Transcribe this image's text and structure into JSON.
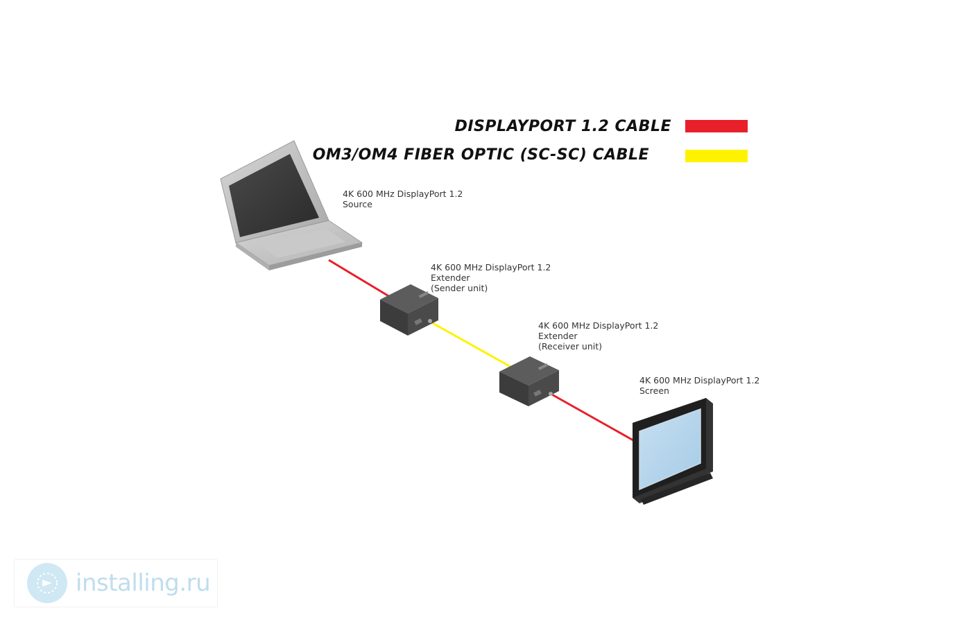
{
  "legend": {
    "displayport_label": "DISPLAYPORT 1.2 CABLE",
    "fiber_label": "OM3/OM4 FIBER OPTIC (SC-SC) CABLE",
    "displayport_color": "#e8202a",
    "fiber_color": "#fff200"
  },
  "devices": {
    "source": {
      "lines": [
        "4K 600 MHz DisplayPort 1.2",
        "Source"
      ],
      "icon": "laptop-icon"
    },
    "sender": {
      "lines": [
        "4K 600 MHz DisplayPort 1.2",
        "Extender",
        "(Sender unit)"
      ],
      "icon": "extender-box-icon"
    },
    "receiver": {
      "lines": [
        "4K 600 MHz DisplayPort 1.2",
        "Extender",
        "(Receiver unit)"
      ],
      "icon": "extender-box-icon"
    },
    "screen": {
      "lines": [
        "4K 600 MHz DisplayPort 1.2",
        "Screen"
      ],
      "icon": "monitor-icon"
    }
  },
  "watermark": {
    "text": "installing.ru",
    "icon": "installing-logo-icon"
  }
}
